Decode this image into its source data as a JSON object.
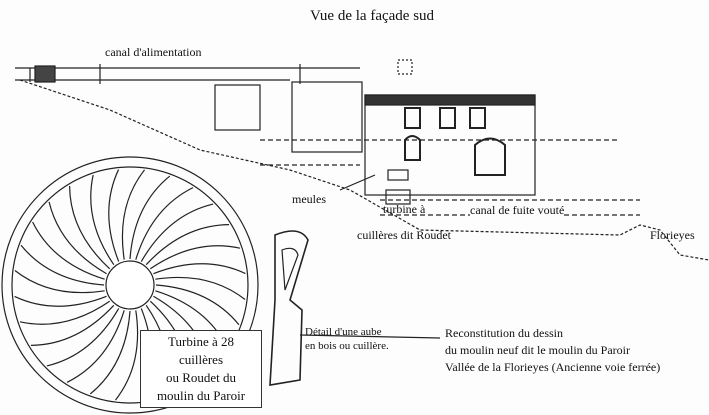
{
  "title": "Vue de la façade sud",
  "labels": {
    "canal_alimentation": "canal d'alimentation",
    "meules": "meules",
    "turbine_line1": "turbine à",
    "turbine_line2": "cuillères dit Roudet",
    "canal_fuite": "canal de fuite vouté",
    "florieyes": "Florieyes"
  },
  "turbine_caption": [
    "Turbine à 28 cuillères",
    "ou Roudet du",
    "moulin du Paroir"
  ],
  "blade_caption": [
    "Détail d'une aube",
    "en bois ou cuillère."
  ],
  "reconstitution": [
    "Reconstitution du dessin",
    "du moulin neuf dit le moulin du Paroir",
    "Vallée de la Florieyes (Ancienne voie ferrée)"
  ],
  "turbine_spoons": 28
}
